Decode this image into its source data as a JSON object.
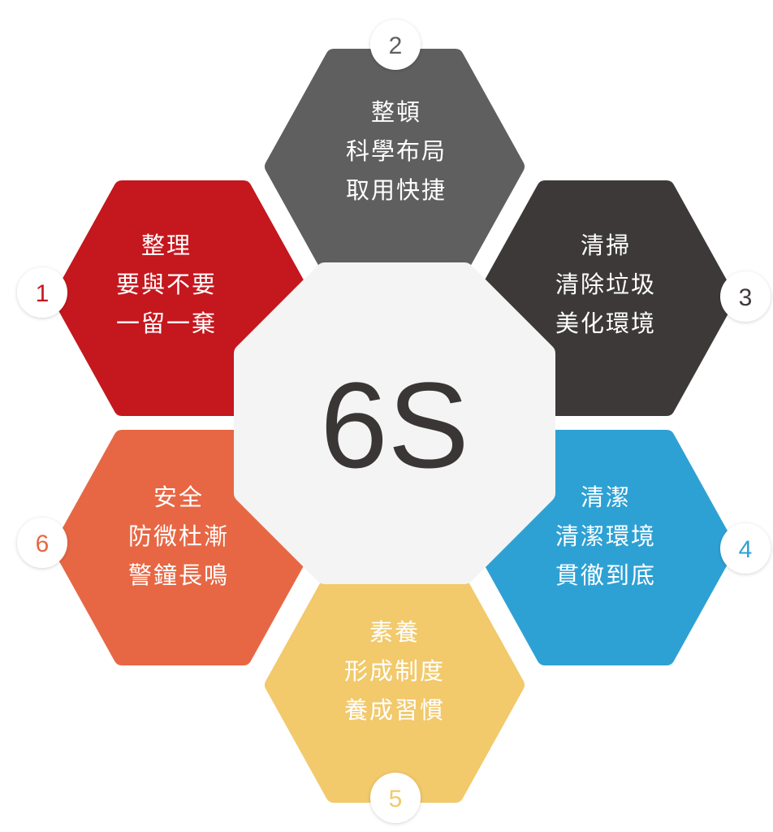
{
  "center": {
    "label": "6S",
    "color": "#f4f4f4"
  },
  "items": [
    {
      "number": "1",
      "color": "#c5171e",
      "lines": [
        "整理",
        "要與不要",
        "一留一棄"
      ]
    },
    {
      "number": "2",
      "color": "#5f5f5f",
      "lines": [
        "整頓",
        "科學布局",
        "取用快捷"
      ]
    },
    {
      "number": "3",
      "color": "#3d3939",
      "lines": [
        "清掃",
        "清除垃圾",
        "美化環境"
      ]
    },
    {
      "number": "4",
      "color": "#2ea1d4",
      "lines": [
        "清潔",
        "清潔環境",
        "貫徹到底"
      ]
    },
    {
      "number": "5",
      "color": "#f2c96b",
      "lines": [
        "素養",
        "形成制度",
        "養成習慣"
      ]
    },
    {
      "number": "6",
      "color": "#e76744",
      "lines": [
        "安全",
        "防微杜漸",
        "警鐘長鳴"
      ]
    }
  ]
}
